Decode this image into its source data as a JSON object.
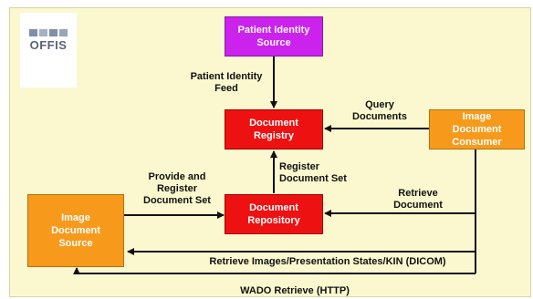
{
  "logo": {
    "text": "OFFIS"
  },
  "boxes": {
    "patient_identity_source": "Patient Identity\nSource",
    "document_registry": "Document\nRegistry",
    "image_document_consumer": "Image\nDocument\nConsumer",
    "document_repository": "Document\nRepository",
    "image_document_source": "Image\nDocument\nSource"
  },
  "labels": {
    "patient_identity_feed": "Patient Identity\nFeed",
    "query_documents": "Query\nDocuments",
    "register_document_set": "Register\nDocument Set",
    "provide_and_register": "Provide and\nRegister\nDocument Set",
    "retrieve_document": "Retrieve\nDocument",
    "retrieve_images": "Retrieve Images/Presentation States/KIN (DICOM)",
    "wado_retrieve": "WADO Retrieve (HTTP)"
  },
  "colors": {
    "background": "#fbf8cf",
    "actor_purple": "#cc22ee",
    "actor_red": "#ee1111",
    "actor_orange": "#f79a1c"
  }
}
